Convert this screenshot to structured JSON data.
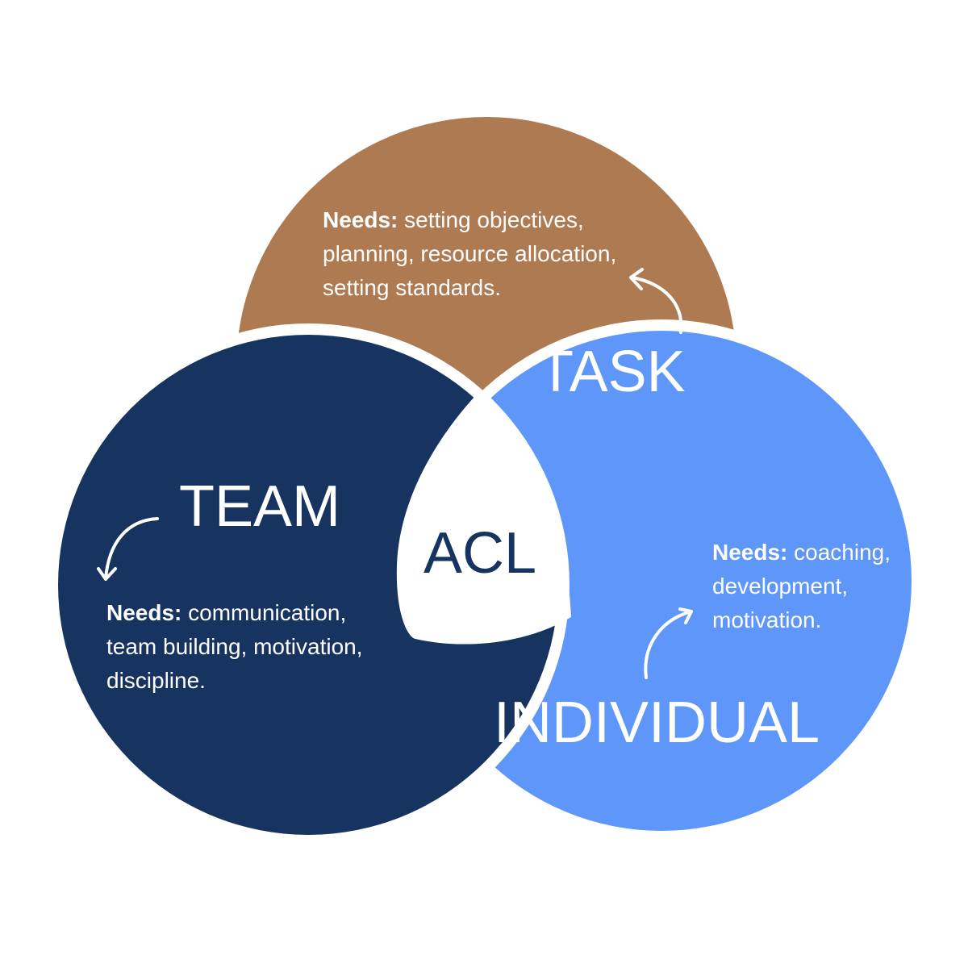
{
  "colors": {
    "task": "#AE7A51",
    "team": "#17335F",
    "individual": "#5E96FA",
    "center_text": "#17335F",
    "background": "#FFFFFF"
  },
  "center": {
    "label": "ACL"
  },
  "task": {
    "label": "TASK",
    "needs_prefix": "Needs:",
    "needs_lines": [
      "setting objectives,",
      "planning, resource allocation,",
      "setting standards."
    ]
  },
  "team": {
    "label": "TEAM",
    "needs_prefix": "Needs:",
    "needs_lines": [
      "communication,",
      "team building, motivation,",
      "discipline."
    ]
  },
  "individual": {
    "label": "INDIVIDUAL",
    "needs_prefix": "Needs:",
    "needs_lines": [
      "coaching,",
      "development,",
      "motivation."
    ]
  },
  "icons": [
    "curved-arrow-icon",
    "curved-arrow-icon",
    "curved-arrow-icon"
  ]
}
